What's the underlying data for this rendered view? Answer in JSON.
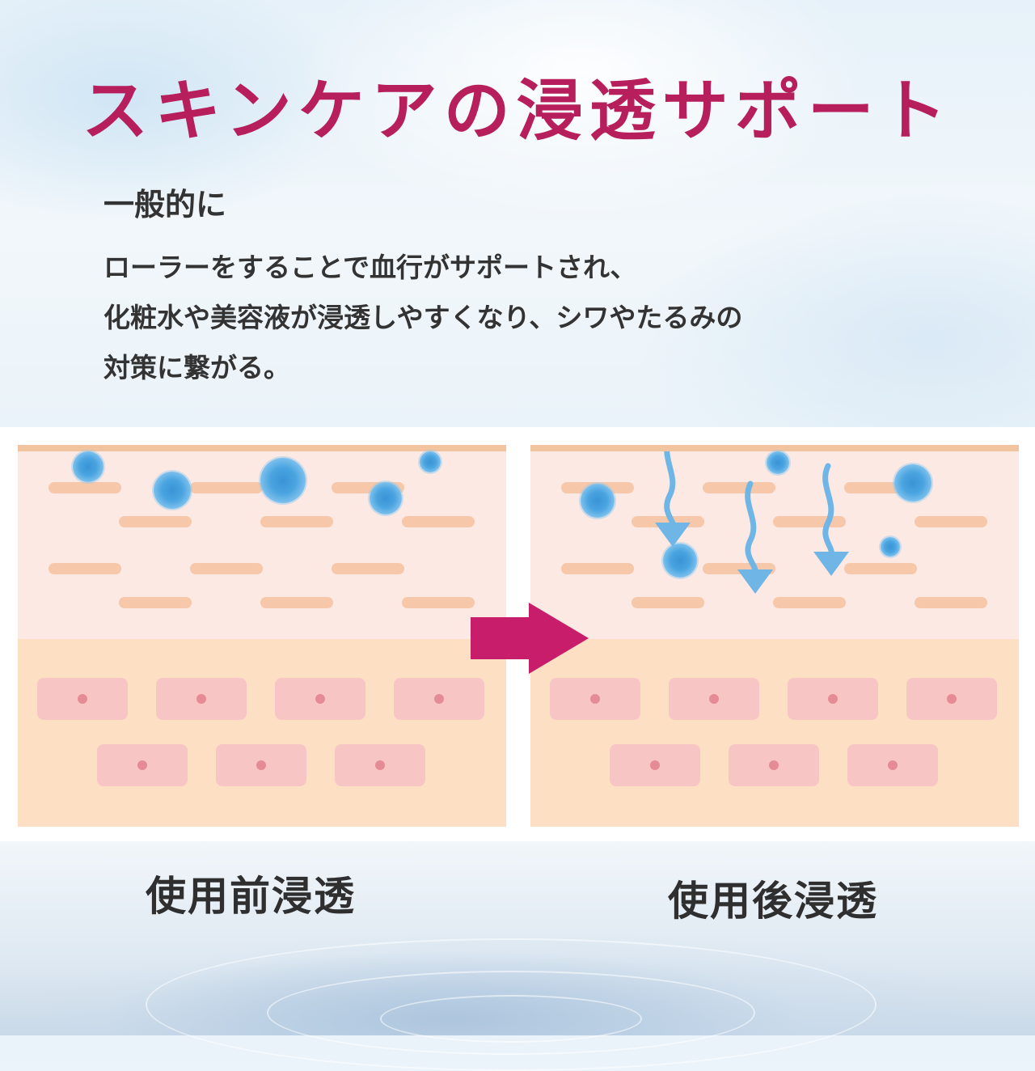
{
  "title": "スキンケアの浸透サポート",
  "subtitle": "一般的に",
  "description_lines": [
    "ローラーをすることで血行がサポートされ、",
    "化粧水や美容液が浸透しやすくなり、シワやたるみの",
    "対策に繋がる。"
  ],
  "captions": {
    "before": "使用前浸透",
    "after": "使用後浸透"
  },
  "colors": {
    "title": "#b61e5c",
    "arrow": "#c81d6a",
    "droplet": "#4aa4e0",
    "flow_arrow": "#6fb6e6",
    "epidermis": "#fde9e3",
    "dermis": "#fde0c4",
    "cell": "#f8c5c5"
  }
}
